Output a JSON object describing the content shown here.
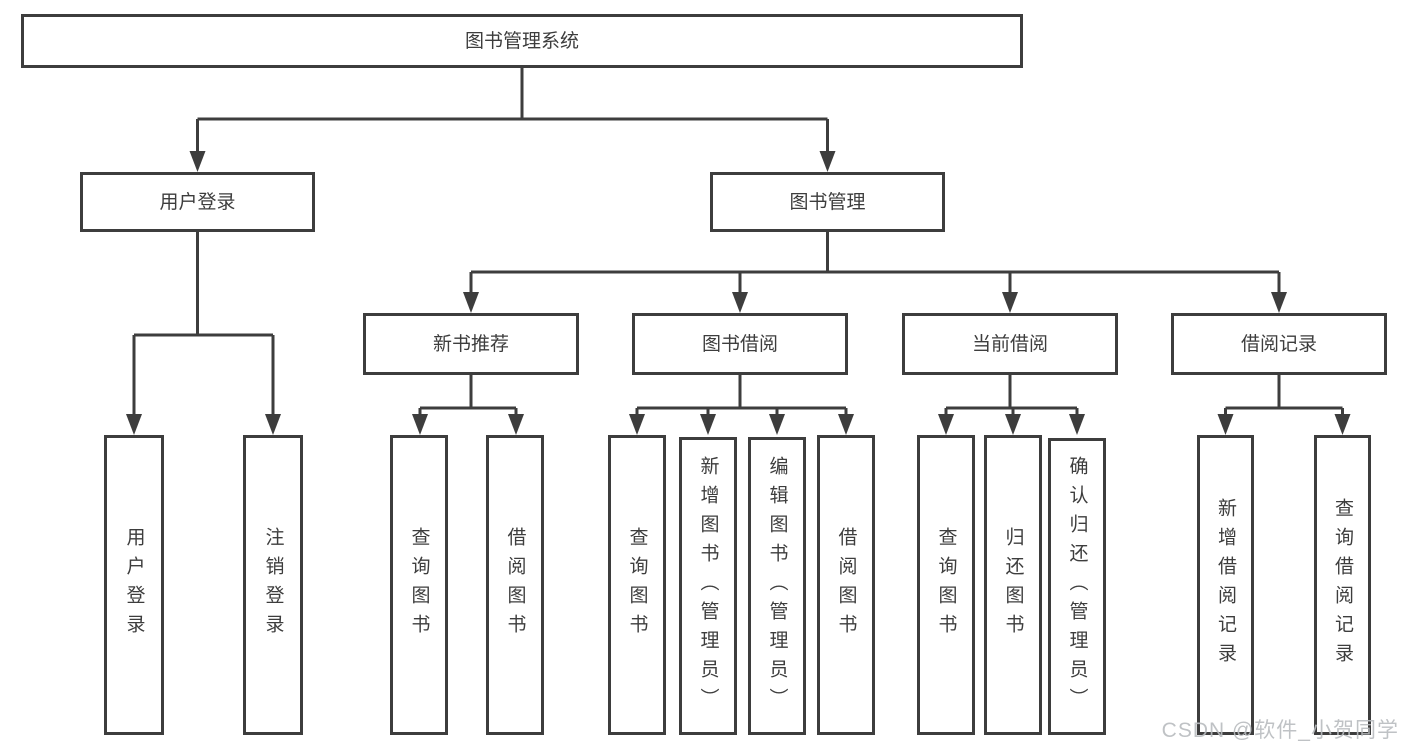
{
  "diagram_title": "图书管理系统",
  "nodes": {
    "root": "图书管理系统",
    "level2": [
      "用户登录",
      "图书管理"
    ],
    "level3": [
      "新书推荐",
      "图书借阅",
      "当前借阅",
      "借阅记录"
    ],
    "leaves": {
      "user_login": [
        "用户登录",
        "注销登录"
      ],
      "new_book_recommend": [
        "查询图书",
        "借阅图书"
      ],
      "book_borrow": [
        "查询图书",
        "新增图书（管理员）",
        "编辑图书（管理员）",
        "借阅图书"
      ],
      "current_borrow": [
        "查询图书",
        "归还图书",
        "确认归还（管理员）"
      ],
      "borrow_records": [
        "新增借阅记录",
        "查询借阅记录"
      ]
    }
  },
  "watermark": {
    "text": "CSDN @软件_小贺同学"
  },
  "colors": {
    "line": "#3d3d3d",
    "text": "#3d3d3d",
    "box_background": "#ffffff",
    "watermark": "#b9bcbf",
    "page_background": "#ffffff"
  }
}
